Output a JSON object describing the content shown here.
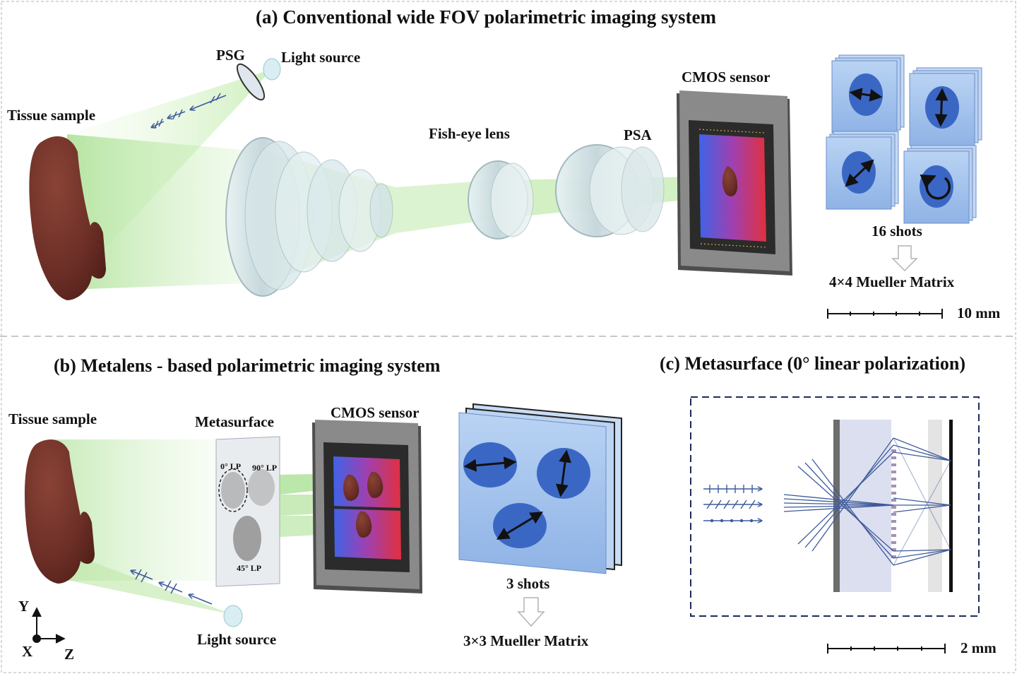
{
  "panel_a": {
    "title": "(a) Conventional wide FOV polarimetric imaging system",
    "psg": "PSG",
    "light_source": "Light source",
    "tissue_sample": "Tissue sample",
    "fish_eye_lens": "Fish-eye lens",
    "psa": "PSA",
    "cmos_sensor": "CMOS sensor",
    "shots": "16 shots",
    "matrix": "4×4 Mueller Matrix",
    "scale": "10 mm"
  },
  "panel_b": {
    "title": "(b) Metalens - based polarimetric imaging system",
    "tissue_sample": "Tissue sample",
    "metasurface": "Metasurface",
    "lp0": "0° LP",
    "lp90": "90° LP",
    "lp45": "45° LP",
    "cmos_sensor": "CMOS sensor",
    "shots": "3 shots",
    "matrix": "3×3 Mueller Matrix",
    "light_source": "Light source",
    "axis_y": "Y",
    "axis_x": "X",
    "axis_z": "Z"
  },
  "panel_c": {
    "title": "(c) Metasurface (0° linear polarization)",
    "scale": "2 mm"
  },
  "colors": {
    "tissue": "#6b2e26",
    "beam": "#8fd36a",
    "disc": "#3b67c4",
    "plate": "#a9c6ef",
    "sensor_frame": "#5a5a5a",
    "ray": "#3d5a9a"
  }
}
